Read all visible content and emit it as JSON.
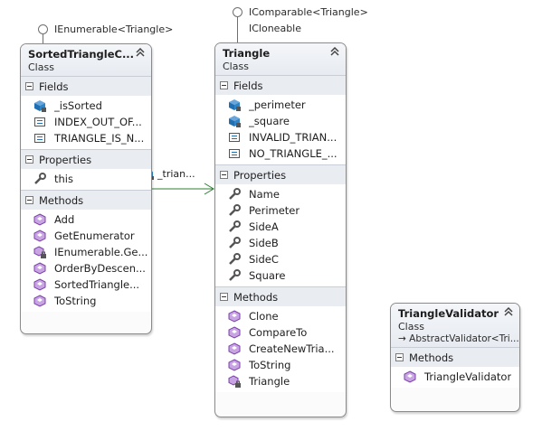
{
  "sortedTriangleCollection": {
    "interface": "IEnumerable<Triangle>",
    "name": "SortedTriangleC...",
    "kind": "Class",
    "sections": {
      "fields": "Fields",
      "properties": "Properties",
      "methods": "Methods"
    },
    "fields": [
      {
        "name": "_isSorted",
        "icon": "field-private-icon"
      },
      {
        "name": "INDEX_OUT_OF...",
        "icon": "constant-icon"
      },
      {
        "name": "TRIANGLE_IS_N...",
        "icon": "constant-icon"
      }
    ],
    "properties": [
      {
        "name": "this",
        "icon": "property-icon"
      }
    ],
    "methods": [
      {
        "name": "Add",
        "icon": "method-icon"
      },
      {
        "name": "GetEnumerator",
        "icon": "method-icon"
      },
      {
        "name": "IEnumerable.Ge...",
        "icon": "method-private-icon"
      },
      {
        "name": "OrderByDescen...",
        "icon": "method-icon"
      },
      {
        "name": "SortedTriangle...",
        "icon": "method-icon"
      },
      {
        "name": "ToString",
        "icon": "method-icon"
      }
    ]
  },
  "association": {
    "label": "_trian..."
  },
  "triangle": {
    "interfaces": [
      "IComparable<Triangle>",
      "ICloneable"
    ],
    "name": "Triangle",
    "kind": "Class",
    "sections": {
      "fields": "Fields",
      "properties": "Properties",
      "methods": "Methods"
    },
    "fields": [
      {
        "name": "_perimeter",
        "icon": "field-private-icon"
      },
      {
        "name": "_square",
        "icon": "field-private-icon"
      },
      {
        "name": "INVALID_TRIAN...",
        "icon": "constant-icon"
      },
      {
        "name": "NO_TRIANGLE_...",
        "icon": "constant-icon"
      }
    ],
    "properties": [
      {
        "name": "Name",
        "icon": "property-icon"
      },
      {
        "name": "Perimeter",
        "icon": "property-icon"
      },
      {
        "name": "SideA",
        "icon": "property-icon"
      },
      {
        "name": "SideB",
        "icon": "property-icon"
      },
      {
        "name": "SideC",
        "icon": "property-icon"
      },
      {
        "name": "Square",
        "icon": "property-icon"
      }
    ],
    "methods": [
      {
        "name": "Clone",
        "icon": "method-icon"
      },
      {
        "name": "CompareTo",
        "icon": "method-icon"
      },
      {
        "name": "CreateNewTria...",
        "icon": "method-icon"
      },
      {
        "name": "ToString",
        "icon": "method-icon"
      },
      {
        "name": "Triangle",
        "icon": "method-private-icon"
      }
    ]
  },
  "triangleValidator": {
    "name": "TriangleValidator",
    "kind": "Class",
    "base": "→ AbstractValidator<Tri...",
    "sections": {
      "methods": "Methods"
    },
    "methods": [
      {
        "name": "TriangleValidator",
        "icon": "method-icon"
      }
    ]
  },
  "colors": {
    "method": "#7a3fa8",
    "field": "#1f6fb2",
    "connector": "#2e7d32"
  }
}
